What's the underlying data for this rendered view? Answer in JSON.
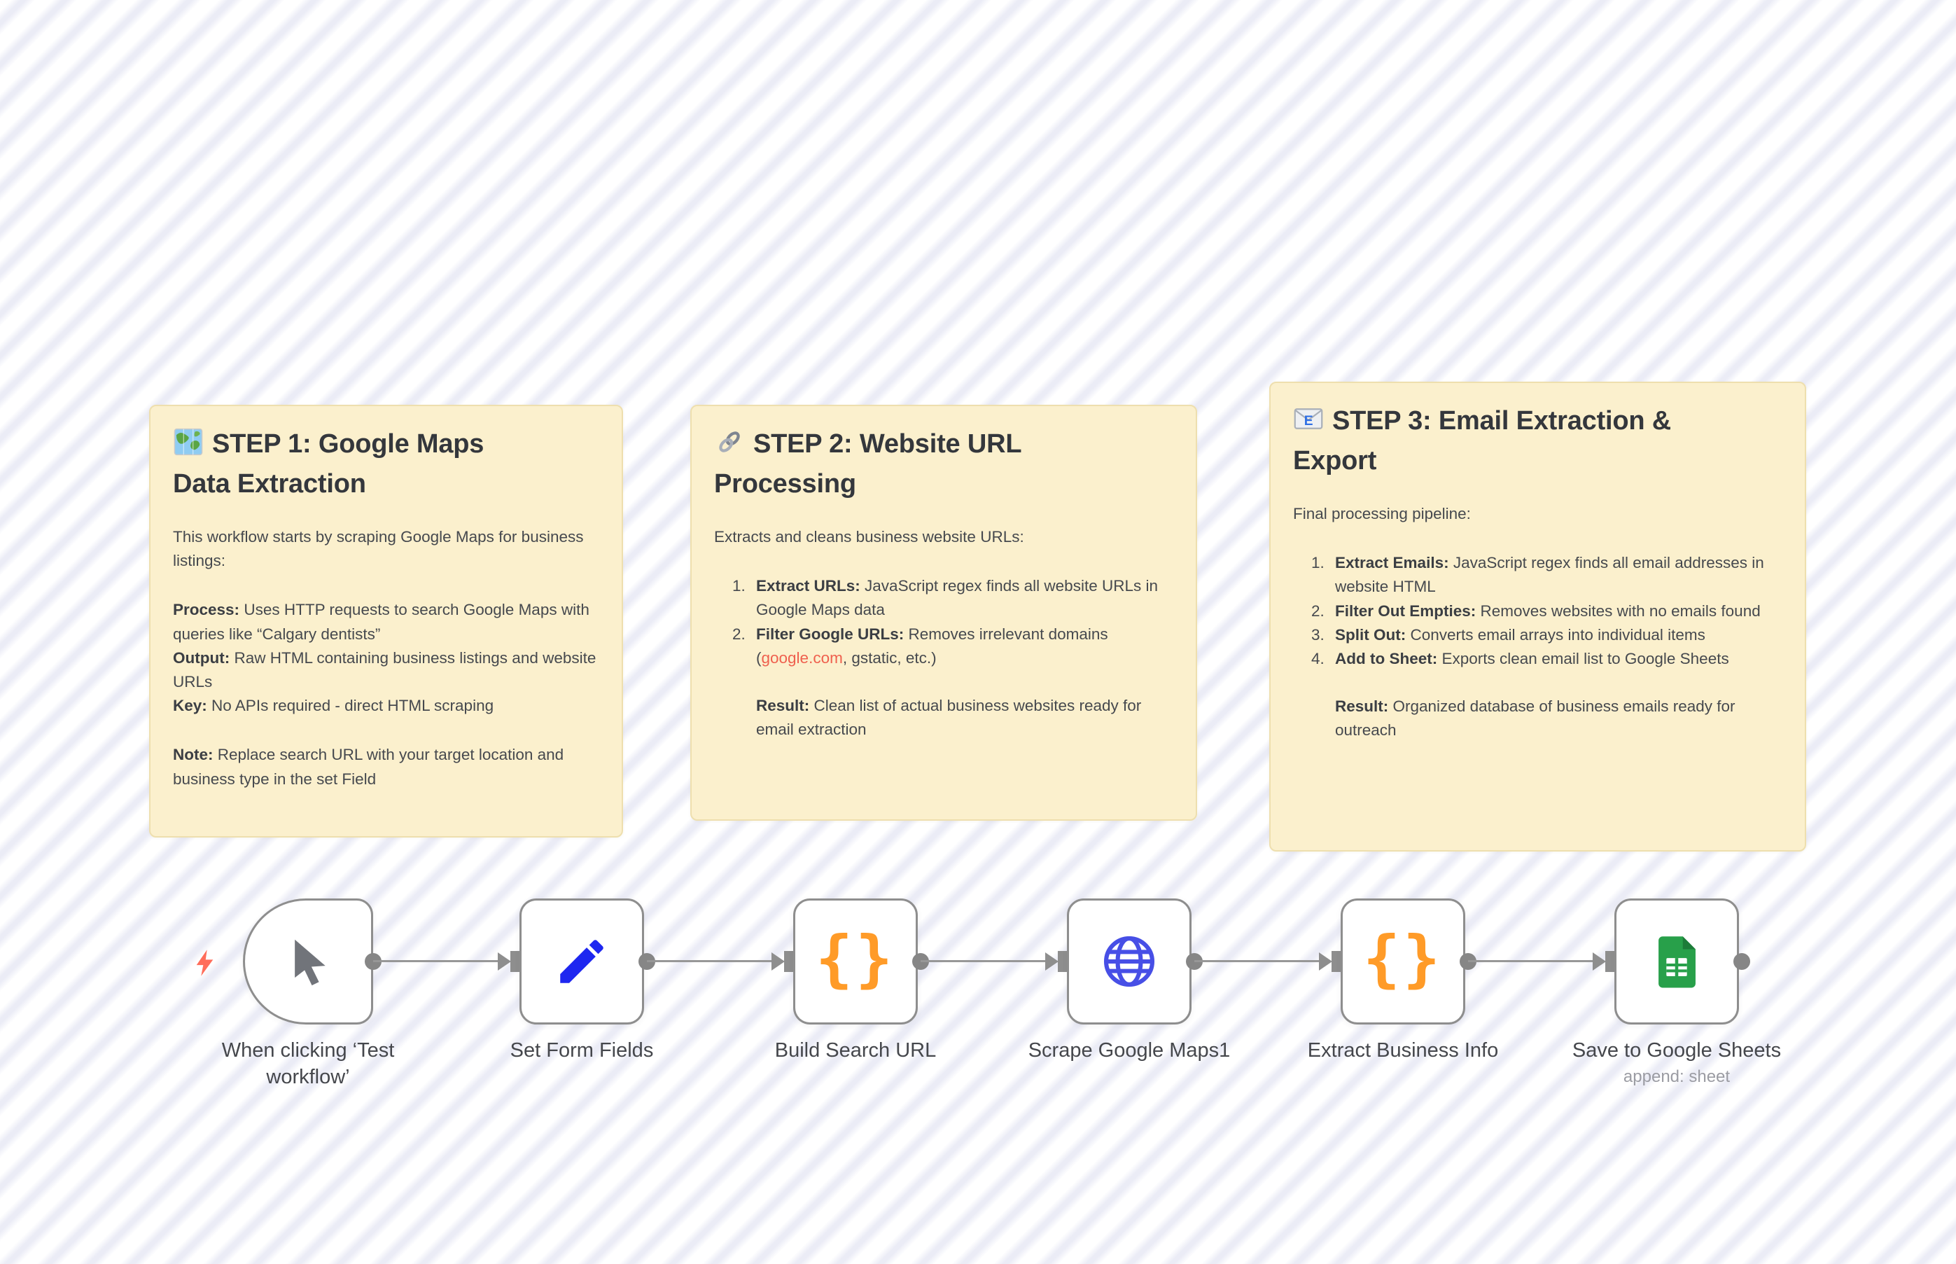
{
  "colors": {
    "canvas_stripe": "#ebecf6",
    "note_bg": "#fbf0cd",
    "note_border": "#eedfae",
    "accent_bolt": "#ff6d5a",
    "link_red": "#ef604e",
    "braces_orange": "#ff9b28",
    "pencil_blue": "#1e27f0",
    "globe_blue": "#474fe6",
    "sheets_green": "#28a04a",
    "connector_gray": "#8e8e8e"
  },
  "notes": [
    {
      "icon": "world-map-icon",
      "title_line1": "STEP 1: Google Maps",
      "title_line2": "Data Extraction",
      "intro": "This workflow starts by scraping Google Maps for business listings:",
      "fields": [
        {
          "label": "Process:",
          "text": " Uses HTTP requests to search Google Maps with queries like “Calgary dentists”"
        },
        {
          "label": "Output:",
          "text": " Raw HTML containing business listings and website URLs"
        },
        {
          "label": "Key:",
          "text": " No APIs required - direct HTML scraping"
        }
      ],
      "note_field": {
        "label": "Note:",
        "text": " Replace search URL with your target location and business type in the set Field"
      }
    },
    {
      "icon": "link-icon",
      "title_line1": "STEP 2: Website URL",
      "title_line2": "Processing",
      "intro": "Extracts and cleans business website URLs:",
      "items": [
        {
          "num": "1.",
          "label": "Extract URLs:",
          "text": " JavaScript regex finds all website URLs in Google Maps data"
        },
        {
          "num": "2.",
          "label": "Filter Google URLs:",
          "text_before_link": " Removes irrelevant domains (",
          "link_text": "google.com",
          "text_after_link": ", gstatic, etc.)"
        }
      ],
      "result": {
        "label": "Result:",
        "text": " Clean list of actual business websites ready for email extraction"
      }
    },
    {
      "icon": "email-icon",
      "title_line1": "STEP 3: Email Extraction &",
      "title_line2": "Export",
      "intro": "Final processing pipeline:",
      "items": [
        {
          "num": "1.",
          "label": "Extract Emails:",
          "text": " JavaScript regex finds all email addresses in website HTML"
        },
        {
          "num": "2.",
          "label": "Filter Out Empties:",
          "text": " Removes websites with no emails found"
        },
        {
          "num": "3.",
          "label": "Split Out:",
          "text": " Converts email arrays into individual items"
        },
        {
          "num": "4.",
          "label": "Add to Sheet:",
          "text": " Exports clean email list to Google Sheets"
        }
      ],
      "result": {
        "label": "Result:",
        "text": " Organized database of business emails ready for outreach"
      }
    }
  ],
  "workflow": {
    "nodes": [
      {
        "label": "When clicking ‘Test workflow’",
        "icon": "cursor-icon",
        "type": "manual-trigger"
      },
      {
        "label": "Set Form Fields",
        "icon": "pencil-icon",
        "type": "set"
      },
      {
        "label": "Build Search URL",
        "icon": "braces-icon",
        "type": "code"
      },
      {
        "label": "Scrape Google Maps1",
        "icon": "globe-icon",
        "type": "http-request"
      },
      {
        "label": "Extract Business Info",
        "icon": "braces-icon",
        "type": "code"
      },
      {
        "label": "Save to Google Sheets",
        "sublabel": "append: sheet",
        "icon": "google-sheets-icon",
        "type": "google-sheets"
      }
    ],
    "braces_glyph": "{}"
  }
}
